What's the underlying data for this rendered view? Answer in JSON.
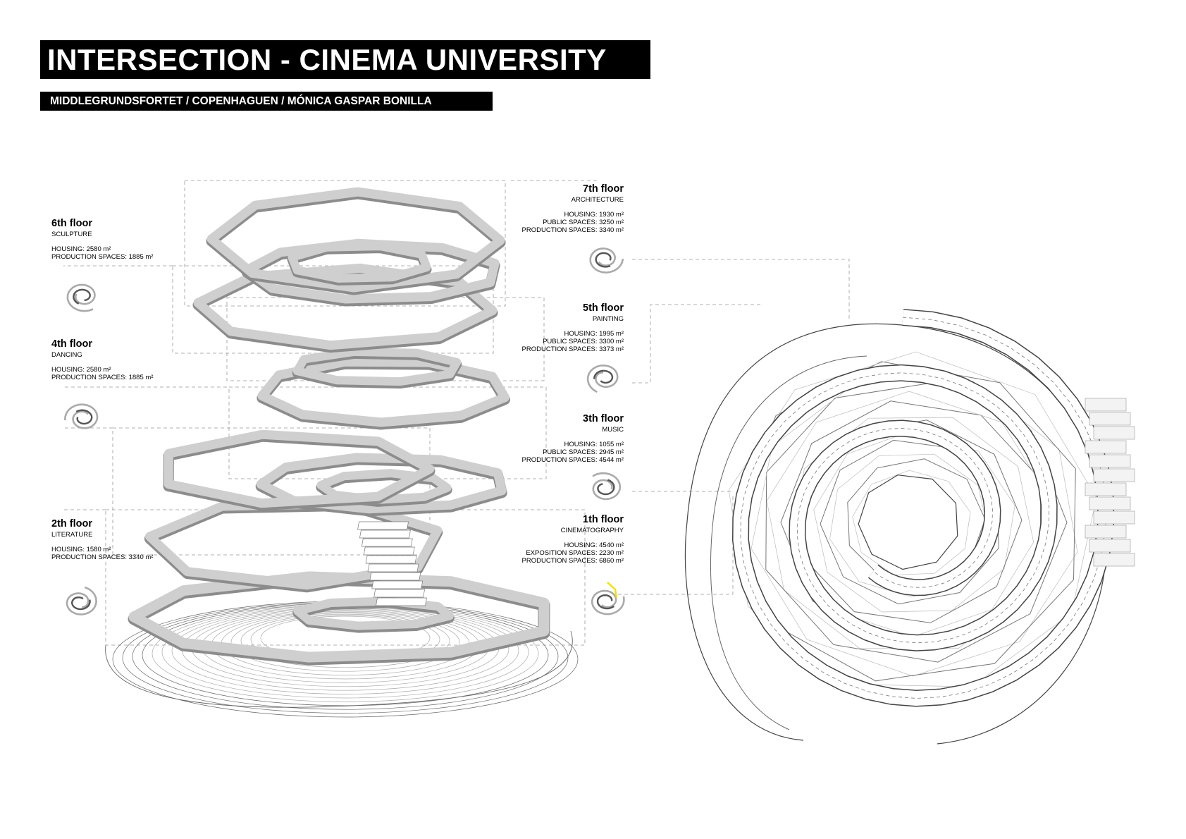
{
  "title": "INTERSECTION - CINEMA UNIVERSITY",
  "subtitle": "MIDDLEGRUNDSFORTET / COPENHAGUEN / MÓNICA GASPAR BONILLA",
  "colors": {
    "ring_fill": "#cfcfcf",
    "ring_edge": "#8c8c8c",
    "line": "#555555",
    "highlight": "#f2e100"
  },
  "floors": [
    {
      "id": "7th",
      "name": "7th floor",
      "use": "ARCHITECTURE",
      "stats": [
        "HOUSING: 1930 m²",
        "PUBLIC SPACES: 3250 m²",
        "PRODUCTION SPACES: 3340 m²"
      ]
    },
    {
      "id": "6th",
      "name": "6th floor",
      "use": "SCULPTURE",
      "stats": [
        "HOUSING: 2580 m²",
        "PRODUCTION SPACES: 1885 m²"
      ]
    },
    {
      "id": "5th",
      "name": "5th floor",
      "use": "PAINTING",
      "stats": [
        "HOUSING: 1995 m²",
        "PUBLIC SPACES: 3300 m²",
        "PRODUCTION SPACES: 3373 m²"
      ]
    },
    {
      "id": "4th",
      "name": "4th floor",
      "use": "DANCING",
      "stats": [
        "HOUSING: 2580 m²",
        "PRODUCTION SPACES: 1885 m²"
      ]
    },
    {
      "id": "3th",
      "name": "3th floor",
      "use": "MUSIC",
      "stats": [
        "HOUSING: 1055 m²",
        "PUBLIC SPACES: 2945 m²",
        "PRODUCTION SPACES: 4544 m²"
      ]
    },
    {
      "id": "2th",
      "name": "2th floor",
      "use": "LITERATURE",
      "stats": [
        "HOUSING: 1580 m²",
        "PRODUCTION SPACES: 3340 m²"
      ]
    },
    {
      "id": "1th",
      "name": "1th floor",
      "use": "CINEMATOGRAPHY",
      "stats": [
        "HOUSING: 4540 m²",
        "EXPOSITION SPACES: 2230 m²",
        "PRODUCTION SPACES: 6860 m²"
      ]
    }
  ]
}
